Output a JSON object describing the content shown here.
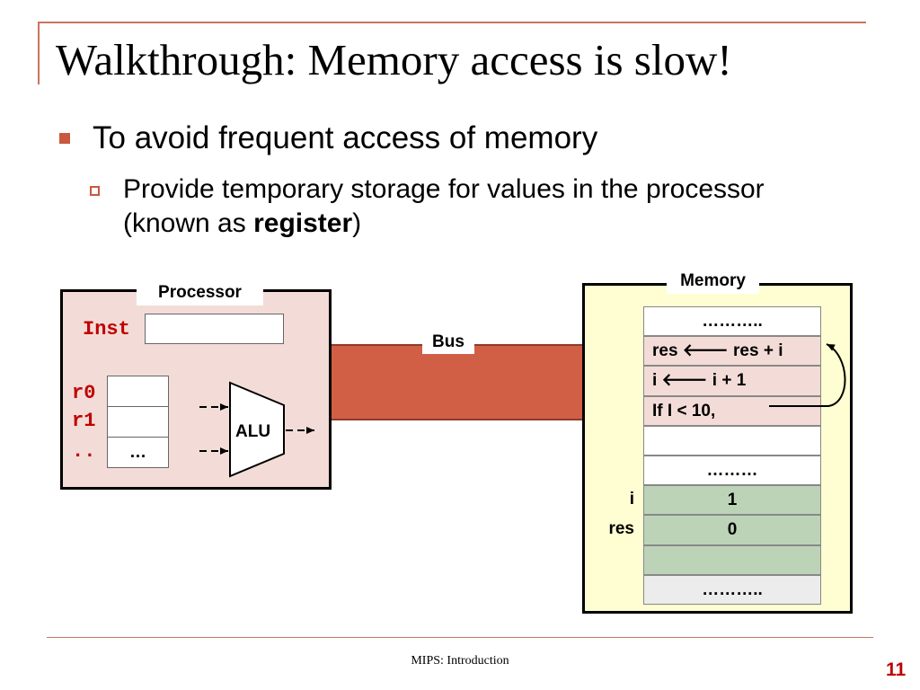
{
  "title": "Walkthrough: Memory access is slow!",
  "bullets": {
    "level1": "To avoid frequent access of memory",
    "level2_prefix": "Provide temporary storage for values in the processor (known as ",
    "level2_bold": "register",
    "level2_suffix": ")"
  },
  "processor": {
    "label": "Processor",
    "inst_label": "Inst",
    "registers": [
      {
        "name": "r0",
        "value": ""
      },
      {
        "name": "r1",
        "value": ""
      },
      {
        "name": "..",
        "value": "…"
      }
    ],
    "alu_label": "ALU"
  },
  "bus": {
    "label": "Bus"
  },
  "memory": {
    "label": "Memory",
    "cells": [
      {
        "text": "………..",
        "side": "",
        "fill": "#ffffff",
        "align": "center"
      },
      {
        "text": "res 🡐 res + i",
        "side": "",
        "fill": "#f3dcd7",
        "align": "left"
      },
      {
        "text": "i      🡐 i + 1",
        "side": "",
        "fill": "#f3dcd7",
        "align": "left"
      },
      {
        "text": "If I < 10,",
        "side": "",
        "fill": "#f3dcd7",
        "align": "left"
      },
      {
        "text": "",
        "side": "",
        "fill": "#ffffff",
        "align": "center"
      },
      {
        "text": "………",
        "side": "",
        "fill": "#ffffff",
        "align": "center"
      },
      {
        "text": "1",
        "side": "i",
        "fill": "#bdd3b8",
        "align": "center"
      },
      {
        "text": "0",
        "side": "res",
        "fill": "#bdd3b8",
        "align": "center"
      },
      {
        "text": "",
        "side": "",
        "fill": "#bdd3b8",
        "align": "center"
      },
      {
        "text": "………..",
        "side": "",
        "fill": "#ececec",
        "align": "center"
      }
    ]
  },
  "footer": {
    "text": "MIPS: Introduction",
    "page_number": "11"
  }
}
